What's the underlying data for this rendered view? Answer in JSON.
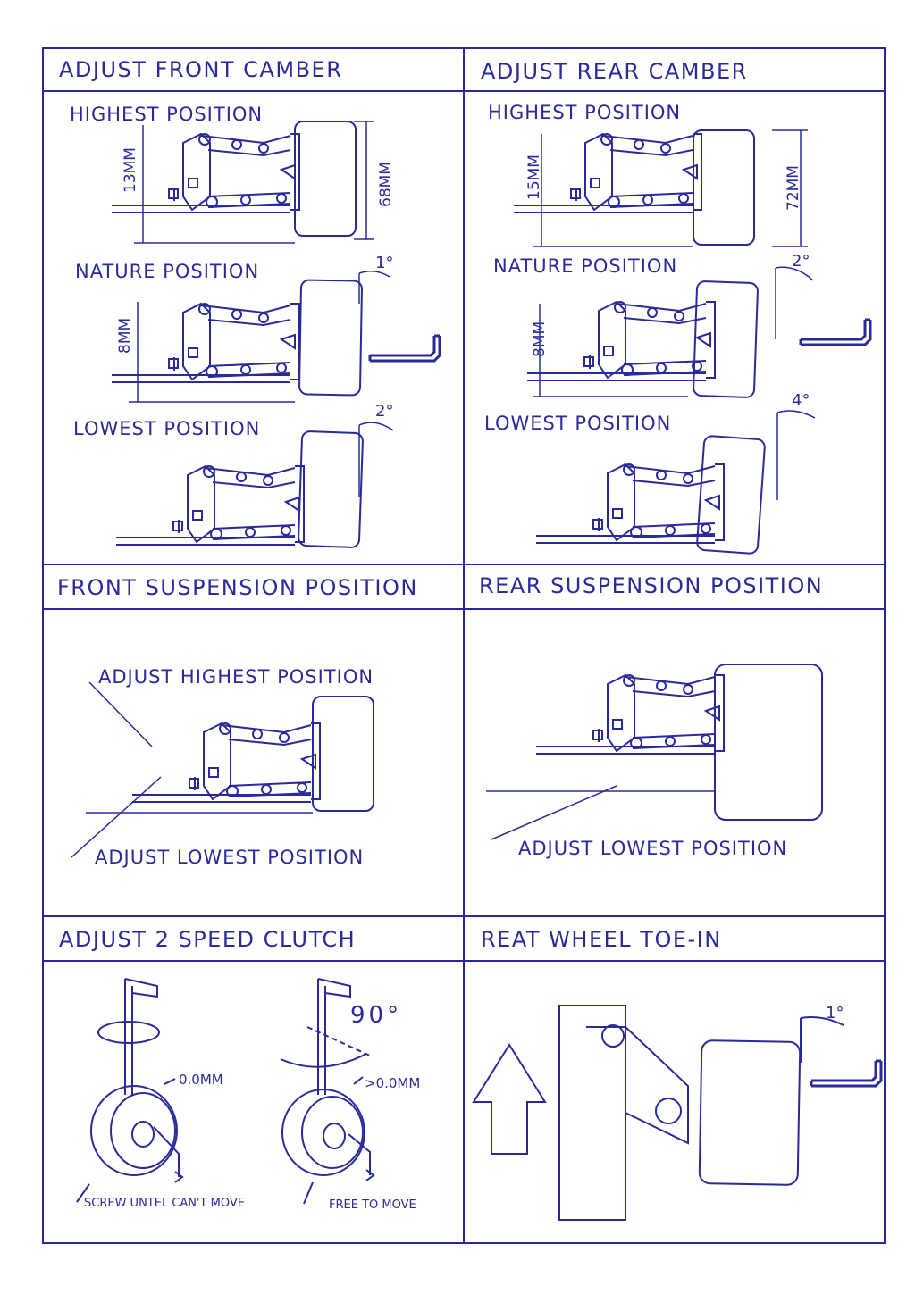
{
  "panels": {
    "front_camber": {
      "title": "ADJUST FRONT CAMBER",
      "highest": {
        "label": "HIGHEST POSITION",
        "dim_left": "13MM",
        "dim_right": "68MM"
      },
      "nature": {
        "label": "NATURE POSITION",
        "dim_left": "8MM",
        "angle": "1°"
      },
      "lowest": {
        "label": "LOWEST POSITION",
        "angle": "2°"
      }
    },
    "rear_camber": {
      "title": "ADJUST REAR CAMBER",
      "highest": {
        "label": "HIGHEST POSITION",
        "dim_left": "15MM",
        "dim_right": "72MM"
      },
      "nature": {
        "label": "NATURE POSITION",
        "dim_left": "8MM",
        "angle": "2°"
      },
      "lowest": {
        "label": "LOWEST POSITION",
        "angle": "4°"
      }
    },
    "front_suspension": {
      "title": "FRONT SUSPENSION POSITION",
      "label_high": "ADJUST HIGHEST POSITION",
      "label_low": "ADJUST LOWEST POSITION"
    },
    "rear_suspension": {
      "title": "REAR SUSPENSION POSITION",
      "label_low": "ADJUST LOWEST POSITION"
    },
    "clutch": {
      "title": "ADJUST 2 SPEED CLUTCH",
      "angle": "90°",
      "left_gap": "0.0MM",
      "right_gap": ">0.0MM",
      "left_caption": "SCREW UNTEL CAN'T MOVE",
      "right_caption": "FREE TO MOVE"
    },
    "toe_in": {
      "title": "REAT WHEEL TOE-IN",
      "angle": "1°"
    }
  },
  "colors": {
    "ink": "#2a2a9a",
    "paper": "#ffffff"
  }
}
